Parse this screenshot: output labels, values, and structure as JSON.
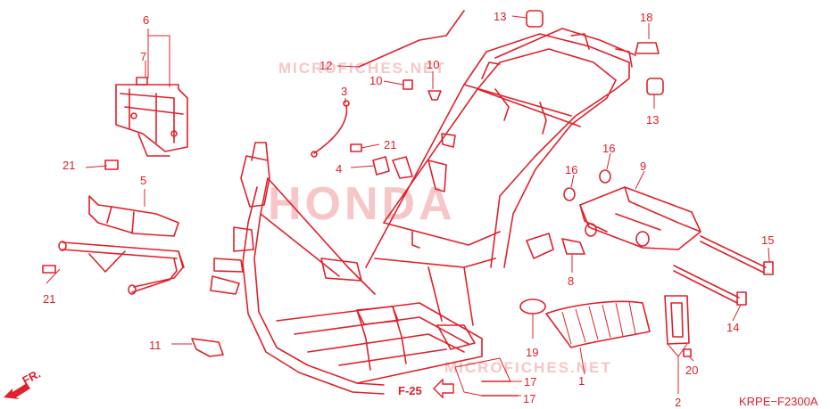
{
  "watermark": {
    "brand": "HONDA",
    "site": "MICROFICHES.NET"
  },
  "diagram_code": "KRPE−F2300A",
  "front_marker": "FR.",
  "reference": "F-25",
  "callouts": [
    "1",
    "2",
    "3",
    "4",
    "5",
    "6",
    "7",
    "8",
    "9",
    "10",
    "10",
    "11",
    "12",
    "13",
    "13",
    "14",
    "15",
    "16",
    "16",
    "17",
    "17",
    "18",
    "19",
    "20",
    "21",
    "21",
    "21"
  ],
  "colors": {
    "line": "#e0202a",
    "watermark": "#f7c6c6"
  }
}
